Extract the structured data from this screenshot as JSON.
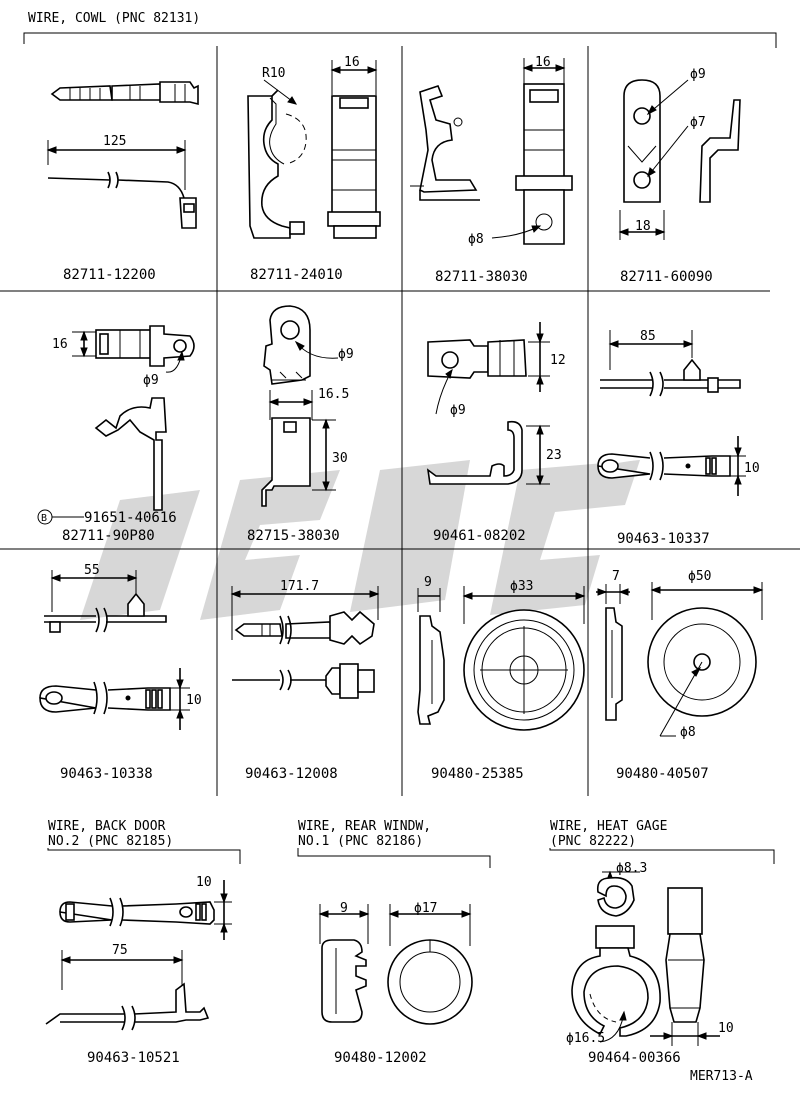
{
  "header": {
    "cowl": "WIRE, COWL (PNC 82131)",
    "back_door_1": "WIRE, BACK DOOR",
    "back_door_2": "NO.2 (PNC 82185)",
    "rear_window_1": "WIRE, REAR WINDW,",
    "rear_window_2": "NO.1 (PNC 82186)",
    "heat_gage_1": "WIRE, HEAT GAGE",
    "heat_gage_2": "(PNC 82222)"
  },
  "parts": {
    "p1": "82711-12200",
    "p2": "82711-24010",
    "p3": "82711-38030",
    "p4": "82711-60090",
    "p5a": "91651-40616",
    "p5b": "82711-90P80",
    "p6": "82715-38030",
    "p7": "90461-08202",
    "p8": "90463-10337",
    "p9": "90463-10338",
    "p10": "90463-12008",
    "p11": "90480-25385",
    "p12": "90480-40507",
    "p13": "90463-10521",
    "p14": "90480-12002",
    "p15": "90464-00366"
  },
  "dims": {
    "d125": "125",
    "dR10": "R10",
    "d16a": "16",
    "d16b": "16",
    "dphi8a": "ϕ8",
    "dphi9a": "ϕ9",
    "dphi7": "ϕ7",
    "d18": "18",
    "d16c": "16",
    "dphi9b": "ϕ9",
    "dphi9c": "ϕ9",
    "d16_5": "16.5",
    "d30": "30",
    "d12": "12",
    "dphi9d": "ϕ9",
    "d23": "23",
    "d85": "85",
    "d10a": "10",
    "d55": "55",
    "d10b": "10",
    "d171_7": "171.7",
    "d9a": "9",
    "dphi33": "ϕ33",
    "d7": "7",
    "dphi50": "ϕ50",
    "dphi8b": "ϕ8",
    "d10c": "10",
    "d75": "75",
    "d9b": "9",
    "dphi17": "ϕ17",
    "dphi8_3": "ϕ8.3",
    "dphi16_5": "ϕ16.5",
    "d10d": "10"
  },
  "callout": "B",
  "drawing_code": "MER713-A"
}
